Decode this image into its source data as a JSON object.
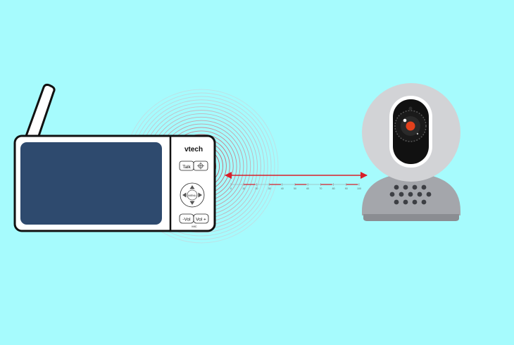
{
  "colors": {
    "background": "#a6fbfd",
    "screen": "#2e4a6e",
    "signal_red": "#d81f2a",
    "camera_grey": "#d2d3d6",
    "camera_base": "#a4a6ab"
  },
  "monitor": {
    "brand": "vtech",
    "talk_label": "Talk",
    "menu_label": "MENU",
    "vol_minus_label": "-Vol",
    "vol_plus_label": "Vol +",
    "mic_label": "MIC"
  },
  "range_scale": {
    "ticks": [
      "0",
      "10",
      "20",
      "30",
      "40",
      "50",
      "60",
      "70",
      "80",
      "90",
      "100"
    ]
  },
  "icons": {
    "antenna": "antenna-icon",
    "signal": "signal-waves-icon",
    "arrow": "double-arrow-icon",
    "camera": "camera-icon",
    "dpad": "dpad-icon"
  }
}
